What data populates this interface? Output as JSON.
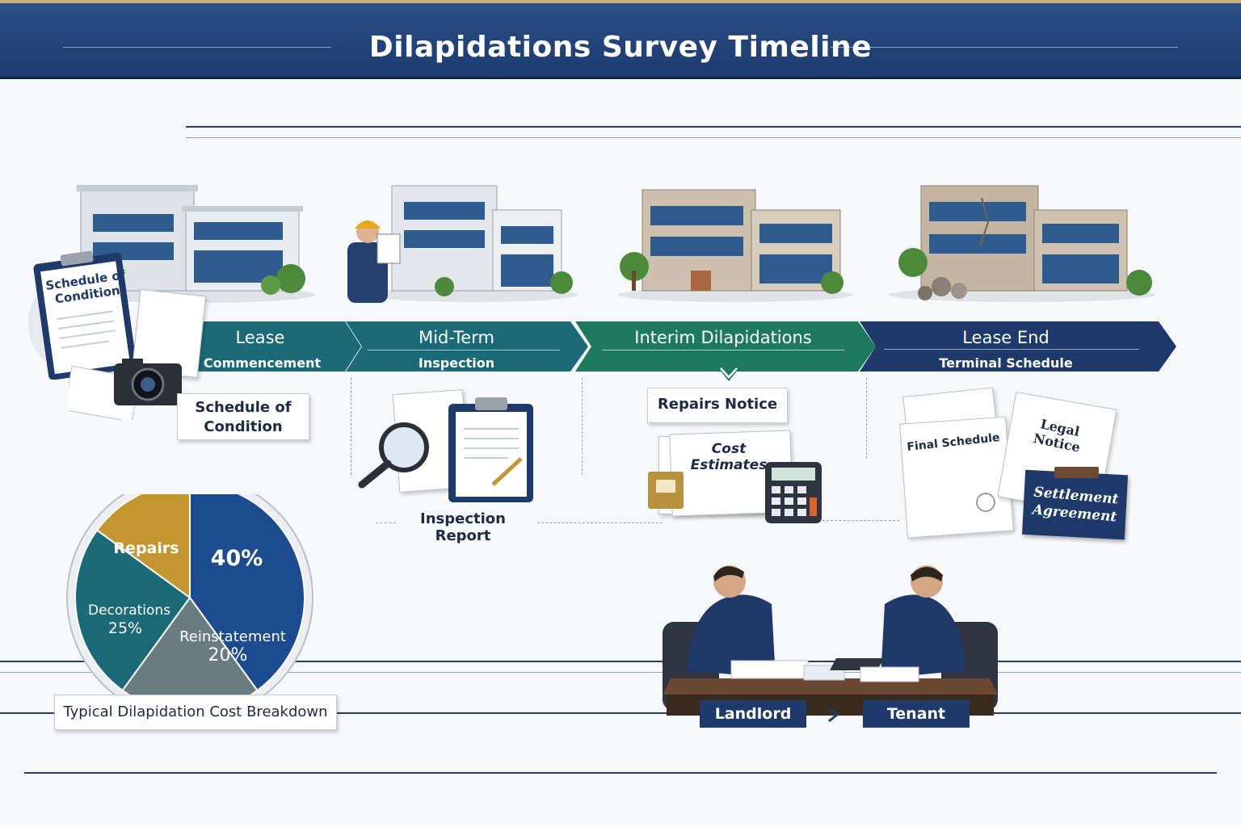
{
  "header": {
    "title": "Dilapidations Survey Timeline"
  },
  "colors": {
    "navy": "#1d3a6b",
    "teal": "#1b6a78",
    "green": "#1d7a5e",
    "gold": "#c4962f",
    "gray": "#6c7a80"
  },
  "stages": [
    {
      "title": "Lease",
      "subtitle": "Commencement"
    },
    {
      "title": "Mid-Term",
      "subtitle": "Inspection"
    },
    {
      "title": "Interim Dilapidations",
      "subtitle": ""
    },
    {
      "title": "Lease End",
      "subtitle": "Terminal Schedule"
    }
  ],
  "documents": {
    "clipboard_schedule": "Schedule of Condition",
    "schedule_box": "Schedule of Condition",
    "inspection_report": "Inspection Report",
    "repairs_notice": "Repairs Notice",
    "cost_estimates": "Cost Estimates",
    "final_schedule": "Final Schedule",
    "legal_notice": "Legal Notice",
    "settlement_agreement": "Settlement Agreement"
  },
  "chart_data": {
    "type": "pie",
    "title": "Typical Dilapidation Cost Breakdown",
    "slices": [
      {
        "label": "",
        "value": 40,
        "value_label": "40%",
        "color": "#1d4b8f"
      },
      {
        "label": "Reinstatement",
        "value": 20,
        "value_label": "20%",
        "color": "#6a7c80"
      },
      {
        "label": "Decorations",
        "value": 25,
        "value_label": "25%",
        "color": "#1b6a78"
      },
      {
        "label": "Repairs",
        "value": 15,
        "value_label": "",
        "color": "#c4962f"
      }
    ]
  },
  "parties": {
    "landlord": "Landlord",
    "tenant": "Tenant"
  },
  "icons": [
    "building-icon",
    "surveyor-icon",
    "camera-icon",
    "magnifier-icon",
    "calculator-icon",
    "meeting-icon"
  ]
}
